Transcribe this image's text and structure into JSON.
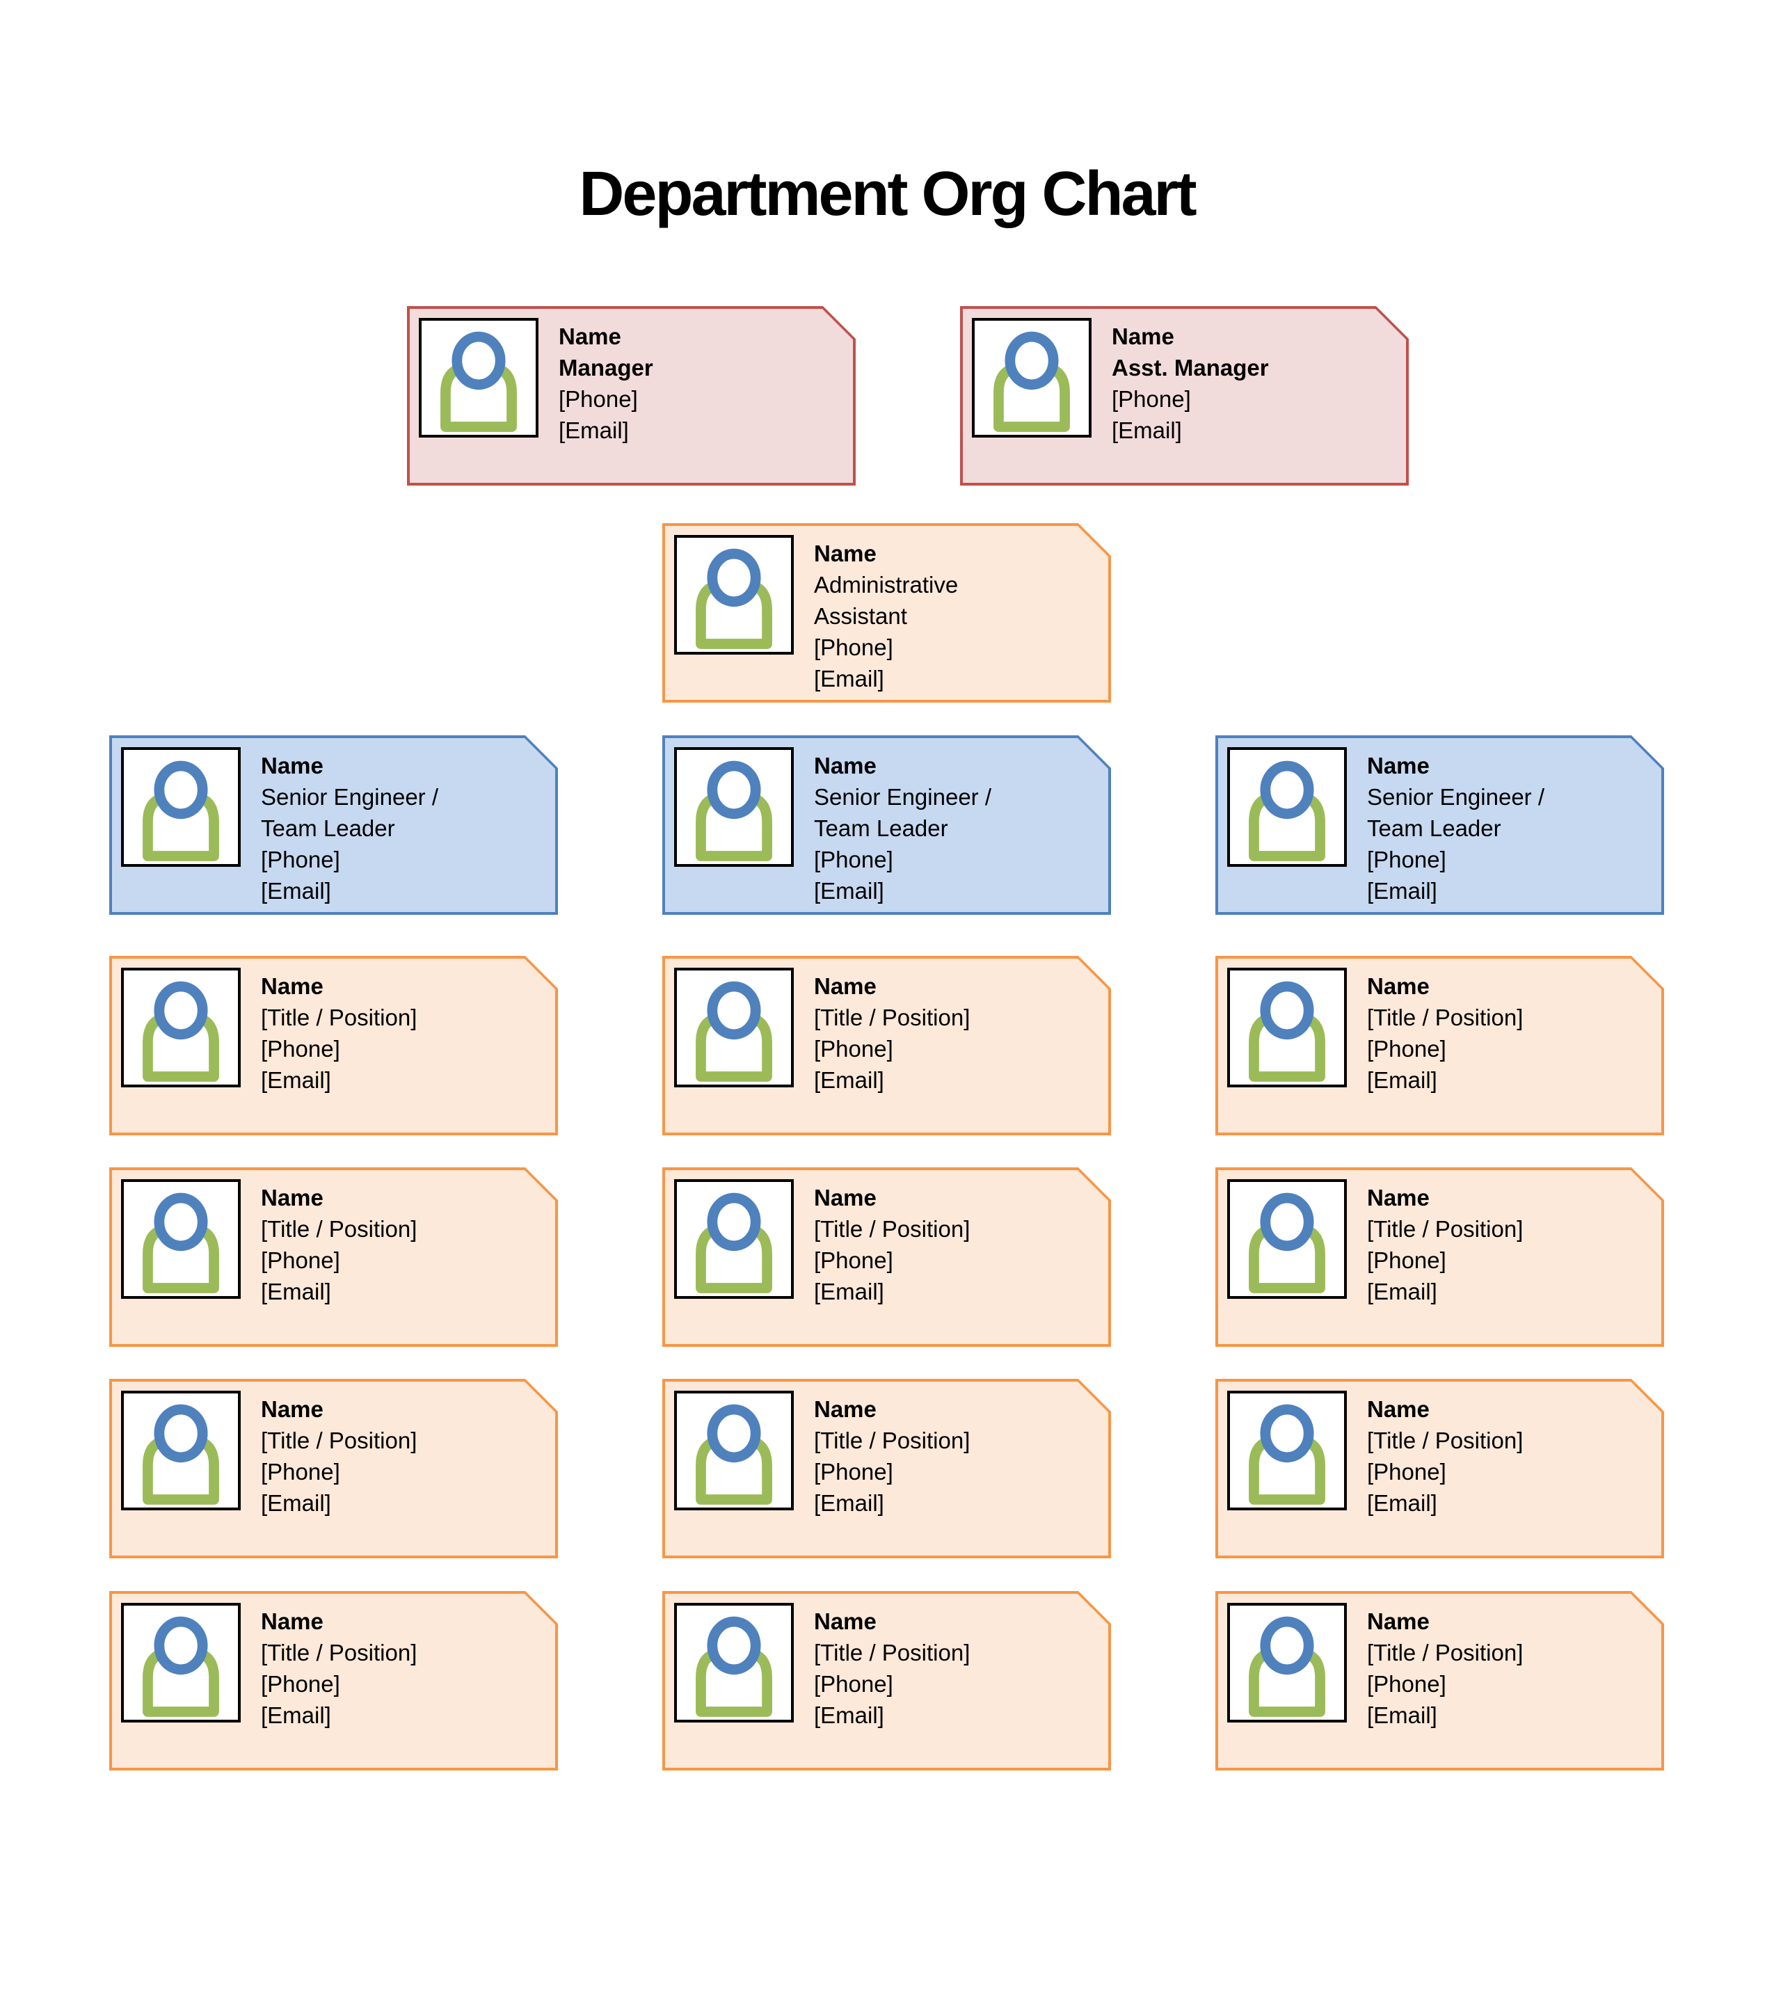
{
  "title": "Department Org Chart",
  "colors": {
    "pink_fill": "#F2DCDB",
    "pink_border": "#C0504D",
    "blue_fill": "#C6D9F1",
    "blue_border": "#4F81BD",
    "orange_fill": "#FDE9D9",
    "orange_border": "#F79646",
    "icon_head": "#4F81BD",
    "icon_body": "#9BBB59",
    "photo_frame": "#000000",
    "text": "#000000"
  },
  "cards": [
    {
      "id": "manager",
      "variant": "pink",
      "lines": [
        {
          "t": "Name",
          "b": true
        },
        {
          "t": "Manager",
          "b": true
        },
        {
          "t": "[Phone]",
          "b": false
        },
        {
          "t": "[Email]",
          "b": false
        }
      ]
    },
    {
      "id": "asst_manager",
      "variant": "pink",
      "lines": [
        {
          "t": "Name",
          "b": true
        },
        {
          "t": "Asst. Manager",
          "b": true
        },
        {
          "t": "[Phone]",
          "b": false
        },
        {
          "t": "[Email]",
          "b": false
        }
      ]
    },
    {
      "id": "admin_assistant",
      "variant": "orange",
      "lines": [
        {
          "t": "Name",
          "b": true
        },
        {
          "t": "Administrative",
          "b": false
        },
        {
          "t": "Assistant",
          "b": false
        },
        {
          "t": "[Phone]",
          "b": false
        },
        {
          "t": "[Email]",
          "b": false
        }
      ]
    },
    {
      "id": "team1_lead",
      "variant": "blue",
      "lines": [
        {
          "t": "Name",
          "b": true
        },
        {
          "t": "Senior Engineer /",
          "b": false
        },
        {
          "t": "Team Leader",
          "b": false
        },
        {
          "t": "[Phone]",
          "b": false
        },
        {
          "t": "[Email]",
          "b": false
        }
      ]
    },
    {
      "id": "team2_lead",
      "variant": "blue",
      "lines": [
        {
          "t": "Name",
          "b": true
        },
        {
          "t": "Senior Engineer /",
          "b": false
        },
        {
          "t": "Team Leader",
          "b": false
        },
        {
          "t": "[Phone]",
          "b": false
        },
        {
          "t": "[Email]",
          "b": false
        }
      ]
    },
    {
      "id": "team3_lead",
      "variant": "blue",
      "lines": [
        {
          "t": "Name",
          "b": true
        },
        {
          "t": "Senior Engineer /",
          "b": false
        },
        {
          "t": "Team Leader",
          "b": false
        },
        {
          "t": "[Phone]",
          "b": false
        },
        {
          "t": "[Email]",
          "b": false
        }
      ]
    },
    {
      "id": "team1_member1",
      "variant": "orange",
      "lines": [
        {
          "t": "Name",
          "b": true
        },
        {
          "t": "[Title / Position]",
          "b": false
        },
        {
          "t": "[Phone]",
          "b": false
        },
        {
          "t": "[Email]",
          "b": false
        }
      ]
    },
    {
      "id": "team1_member2",
      "variant": "orange",
      "lines": [
        {
          "t": "Name",
          "b": true
        },
        {
          "t": "[Title / Position]",
          "b": false
        },
        {
          "t": "[Phone]",
          "b": false
        },
        {
          "t": "[Email]",
          "b": false
        }
      ]
    },
    {
      "id": "team1_member3",
      "variant": "orange",
      "lines": [
        {
          "t": "Name",
          "b": true
        },
        {
          "t": "[Title / Position]",
          "b": false
        },
        {
          "t": "[Phone]",
          "b": false
        },
        {
          "t": "[Email]",
          "b": false
        }
      ]
    },
    {
      "id": "team1_member4",
      "variant": "orange",
      "lines": [
        {
          "t": "Name",
          "b": true
        },
        {
          "t": "[Title / Position]",
          "b": false
        },
        {
          "t": "[Phone]",
          "b": false
        },
        {
          "t": "[Email]",
          "b": false
        }
      ]
    },
    {
      "id": "team2_member1",
      "variant": "orange",
      "lines": [
        {
          "t": "Name",
          "b": true
        },
        {
          "t": "[Title / Position]",
          "b": false
        },
        {
          "t": "[Phone]",
          "b": false
        },
        {
          "t": "[Email]",
          "b": false
        }
      ]
    },
    {
      "id": "team2_member2",
      "variant": "orange",
      "lines": [
        {
          "t": "Name",
          "b": true
        },
        {
          "t": "[Title / Position]",
          "b": false
        },
        {
          "t": "[Phone]",
          "b": false
        },
        {
          "t": "[Email]",
          "b": false
        }
      ]
    },
    {
      "id": "team2_member3",
      "variant": "orange",
      "lines": [
        {
          "t": "Name",
          "b": true
        },
        {
          "t": "[Title / Position]",
          "b": false
        },
        {
          "t": "[Phone]",
          "b": false
        },
        {
          "t": "[Email]",
          "b": false
        }
      ]
    },
    {
      "id": "team2_member4",
      "variant": "orange",
      "lines": [
        {
          "t": "Name",
          "b": true
        },
        {
          "t": "[Title / Position]",
          "b": false
        },
        {
          "t": "[Phone]",
          "b": false
        },
        {
          "t": "[Email]",
          "b": false
        }
      ]
    },
    {
      "id": "team3_member1",
      "variant": "orange",
      "lines": [
        {
          "t": "Name",
          "b": true
        },
        {
          "t": "[Title / Position]",
          "b": false
        },
        {
          "t": "[Phone]",
          "b": false
        },
        {
          "t": "[Email]",
          "b": false
        }
      ]
    },
    {
      "id": "team3_member2",
      "variant": "orange",
      "lines": [
        {
          "t": "Name",
          "b": true
        },
        {
          "t": "[Title / Position]",
          "b": false
        },
        {
          "t": "[Phone]",
          "b": false
        },
        {
          "t": "[Email]",
          "b": false
        }
      ]
    },
    {
      "id": "team3_member3",
      "variant": "orange",
      "lines": [
        {
          "t": "Name",
          "b": true
        },
        {
          "t": "[Title / Position]",
          "b": false
        },
        {
          "t": "[Phone]",
          "b": false
        },
        {
          "t": "[Email]",
          "b": false
        }
      ]
    },
    {
      "id": "team3_member4",
      "variant": "orange",
      "lines": [
        {
          "t": "Name",
          "b": true
        },
        {
          "t": "[Title / Position]",
          "b": false
        },
        {
          "t": "[Phone]",
          "b": false
        },
        {
          "t": "[Email]",
          "b": false
        }
      ]
    }
  ]
}
